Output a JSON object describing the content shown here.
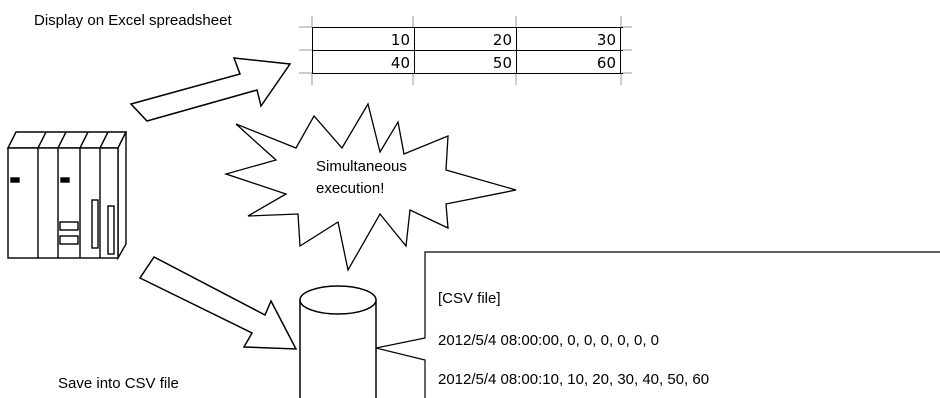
{
  "labels": {
    "excel_display": "Display on Excel spreadsheet",
    "csv_save": "Save into CSV file"
  },
  "spreadsheet": {
    "rows": [
      [
        "10",
        "20",
        "30"
      ],
      [
        "40",
        "50",
        "60"
      ]
    ]
  },
  "burst": {
    "line1": "Simultaneous",
    "line2": "execution!"
  },
  "csv_file": {
    "title": "[CSV file]",
    "lines": [
      "2012/5/4 08:00:00, 0, 0, 0, 0, 0, 0",
      "2012/5/4 08:00:10, 10, 20, 30, 40, 50, 60"
    ]
  }
}
